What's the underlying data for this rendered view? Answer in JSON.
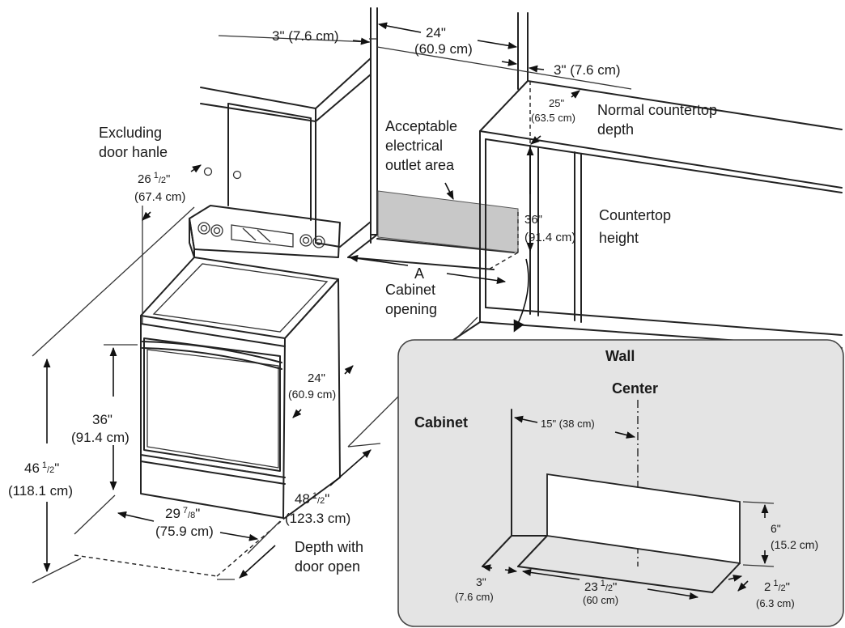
{
  "labels": {
    "top_left_gap": "3\" (7.6 cm)",
    "top_width": "24\"",
    "top_width_cm": "(60.9 cm)",
    "top_right_gap": "3\" (7.6 cm)",
    "counter_depth_in": "25\"",
    "counter_depth_cm": "(63.5 cm)",
    "normal_counter_line1": "Normal countertop",
    "normal_counter_line2": "depth",
    "outlet_line1": "Acceptable",
    "outlet_line2": "electrical",
    "outlet_line3": "outlet area",
    "excluding_line1": "Excluding",
    "excluding_line2": "door hanle",
    "handle_depth_whole": "26",
    "handle_depth_frac_num": "1",
    "handle_depth_frac_den": "2",
    "handle_depth_mark": "\"",
    "handle_depth_cm": "(67.4 cm)",
    "counter_height_in": "36\"",
    "counter_height_cm": "(91.4 cm)",
    "counter_height_line1": "Countertop",
    "counter_height_line2": "height",
    "a_label": "A",
    "cabinet_opening_line1": "Cabinet",
    "cabinet_opening_line2": "opening",
    "depth_in": "24\"",
    "depth_cm": "(60.9 cm)",
    "height36_in": "36\"",
    "height36_cm": "(91.4 cm)",
    "height46_whole": "46",
    "height46_frac_num": "1",
    "height46_frac_den": "2",
    "height46_mark": "\"",
    "height46_cm": "(118.1 cm)",
    "width_whole": "29",
    "width_frac_num": "7",
    "width_frac_den": "8",
    "width_mark": "\"",
    "width_cm": "(75.9 cm)",
    "dooropen_whole": "48",
    "dooropen_frac_num": "1",
    "dooropen_frac_den": "2",
    "dooropen_mark": "\"",
    "dooropen_cm": "(123.3 cm)",
    "dooropen_line1": "Depth with",
    "dooropen_line2": "door open"
  },
  "inset": {
    "title_wall": "Wall",
    "title_center": "Center",
    "title_cabinet": "Cabinet",
    "offset_center": "15\" (38 cm)",
    "height_in": "6\"",
    "height_cm": "(15.2 cm)",
    "left_gap_in": "3\"",
    "left_gap_cm": "(7.6 cm)",
    "width_whole": "23",
    "width_frac_num": "1",
    "width_frac_den": "2",
    "width_mark": "\"",
    "width_cm": "(60 cm)",
    "right_gap_whole": "2",
    "right_gap_frac_num": "1",
    "right_gap_frac_den": "2",
    "right_gap_mark": "\"",
    "right_gap_cm": "(6.3 cm)"
  },
  "colors": {
    "outlet_fill": "#c8c8c8",
    "inset_fill": "#e4e4e4",
    "line": "#222222"
  }
}
